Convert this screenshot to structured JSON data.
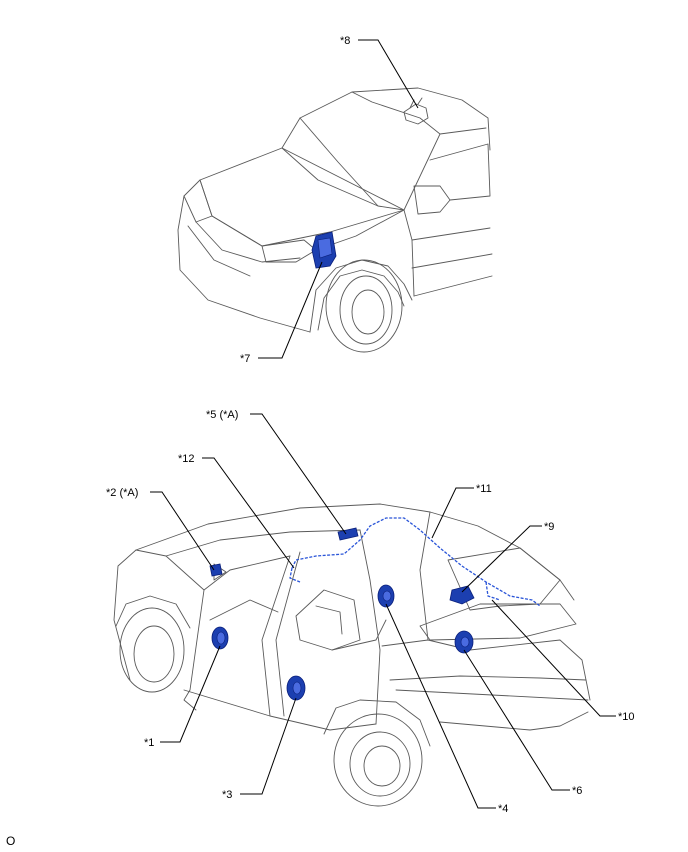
{
  "figure": {
    "callouts": [
      {
        "id": "c8",
        "text": "*8"
      },
      {
        "id": "c7",
        "text": "*7"
      },
      {
        "id": "c5",
        "text": "*5 (*A)"
      },
      {
        "id": "c12",
        "text": "*12"
      },
      {
        "id": "c2",
        "text": "*2 (*A)"
      },
      {
        "id": "c11",
        "text": "*11"
      },
      {
        "id": "c9",
        "text": "*9"
      },
      {
        "id": "c1",
        "text": "*1"
      },
      {
        "id": "c3",
        "text": "*3"
      },
      {
        "id": "c4",
        "text": "*4"
      },
      {
        "id": "c6",
        "text": "*6"
      },
      {
        "id": "c10",
        "text": "*10"
      }
    ],
    "code": "O"
  },
  "colors": {
    "component": "#1c3fb0",
    "wire": "#2a55d8",
    "outline": "#5a5a5a"
  }
}
